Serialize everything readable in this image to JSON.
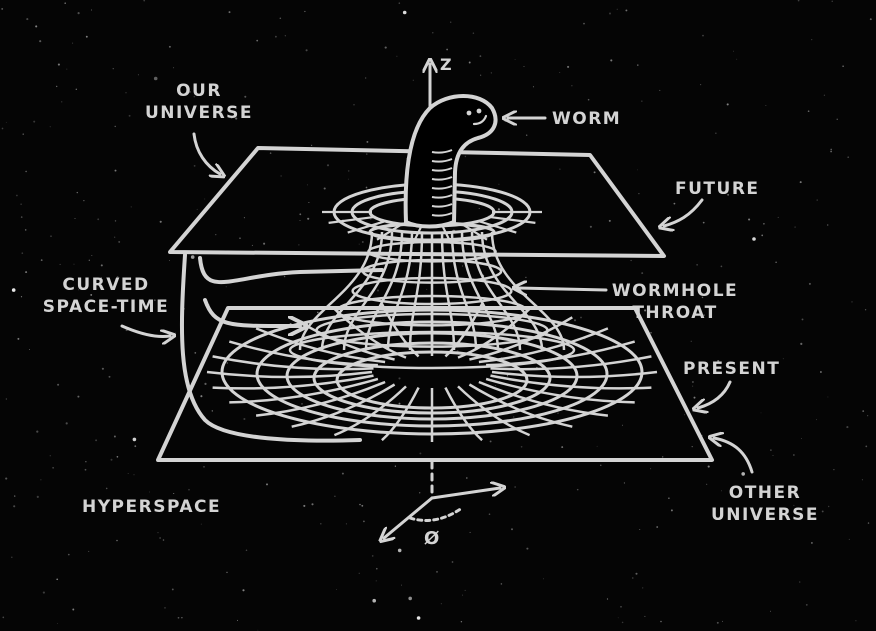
{
  "labels": {
    "our_universe": [
      "OUR",
      "UNIVERSE"
    ],
    "worm": "WORM",
    "future": "FUTURE",
    "curved_space_time": [
      "CURVED",
      "SPACE-TIME"
    ],
    "wormhole_throat": [
      "WORMHOLE",
      "THROAT"
    ],
    "present": "PRESENT",
    "hyperspace": "HYPERSPACE",
    "other_universe": [
      "OTHER",
      "UNIVERSE"
    ],
    "z_axis": "Z",
    "phi": "Ø"
  },
  "colors": {
    "background": "#050505",
    "ink": "#d4d4d4",
    "worm_body": "#000000"
  }
}
